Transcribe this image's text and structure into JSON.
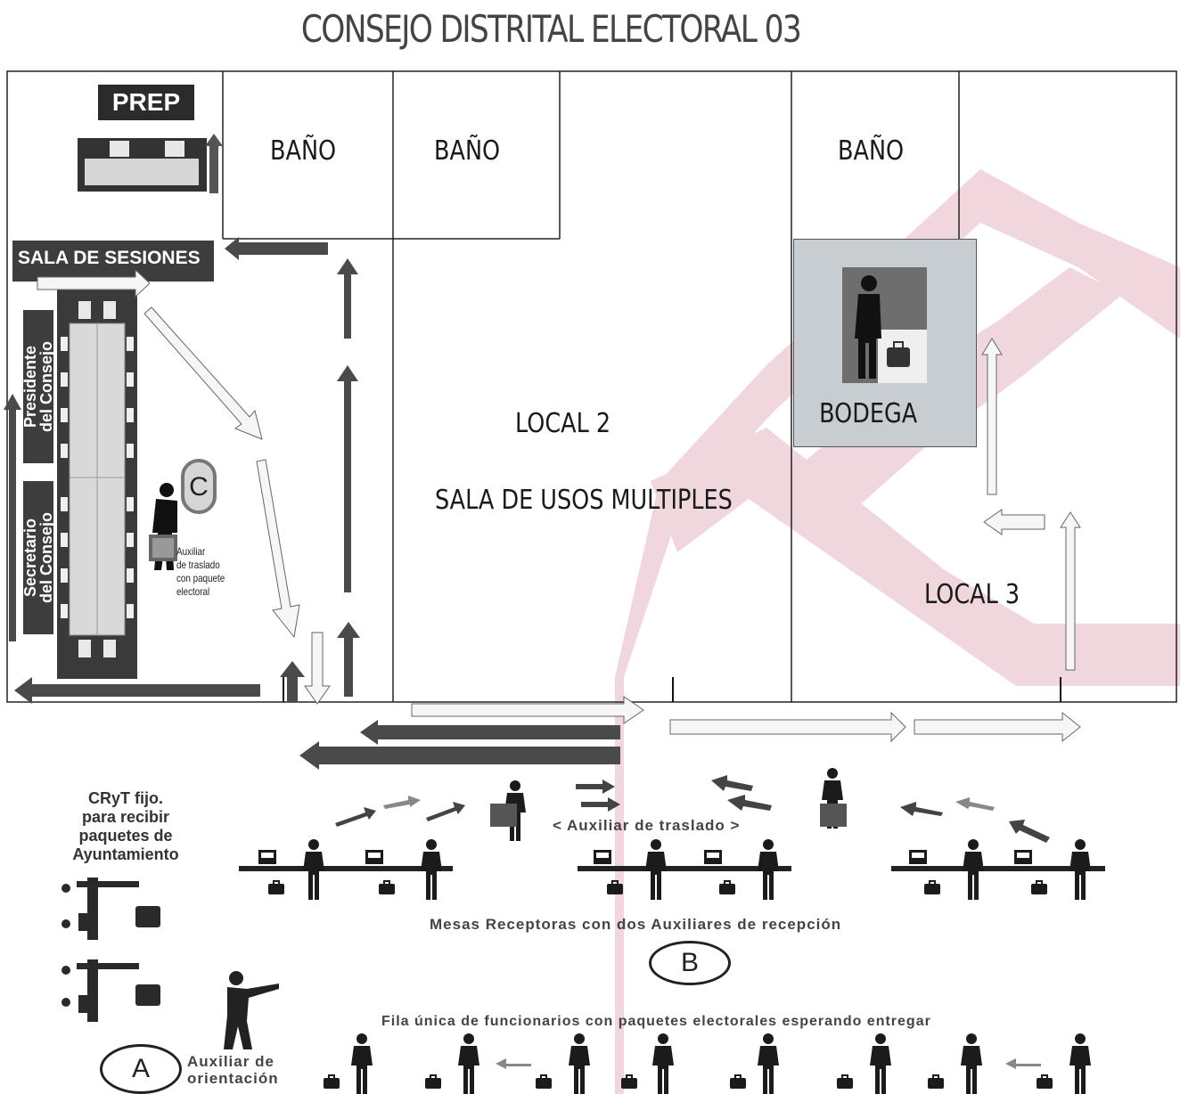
{
  "title": "CONSEJO DISTRITAL ELECTORAL 03",
  "rooms": {
    "prep": "PREP",
    "bano_1": "BAÑO",
    "bano_2": "BAÑO",
    "bano_3": "BAÑO",
    "sala_sesiones": "SALA DE SESIONES",
    "presidente": "Presidente\ndel Consejo",
    "secretario": "Secretario\ndel Consejo",
    "local_2": "LOCAL 2",
    "sala_usos": "SALA DE USOS MULTIPLES",
    "bodega": "BODEGA",
    "local_3": "LOCAL 3"
  },
  "station_c": {
    "letter": "C",
    "label": "Auxiliar\nde traslado\ncon paquete electoral"
  },
  "station_a": {
    "letter": "A",
    "label": "Auxiliar de\norientación"
  },
  "station_b": {
    "letter": "B"
  },
  "crt_label": "CRyT fijo.\npara recibir\npaquetes de\nAyuntamiento",
  "traslado_label": "< Auxiliar de traslado >",
  "mesas_label": "Mesas Receptoras con dos Auxiliares de recepción",
  "fila_label": "Fila única de funcionarios con paquetes electorales esperando entregar",
  "colors": {
    "dark_arrow": "#4a4a4a",
    "light_arrow": "#f4f4f4",
    "bodega_fill": "#c8cdd1",
    "watermark": "#e8c6cf"
  },
  "icons": [
    "person-icon",
    "briefcase-icon",
    "ballot-box-icon",
    "arrow-icon"
  ]
}
